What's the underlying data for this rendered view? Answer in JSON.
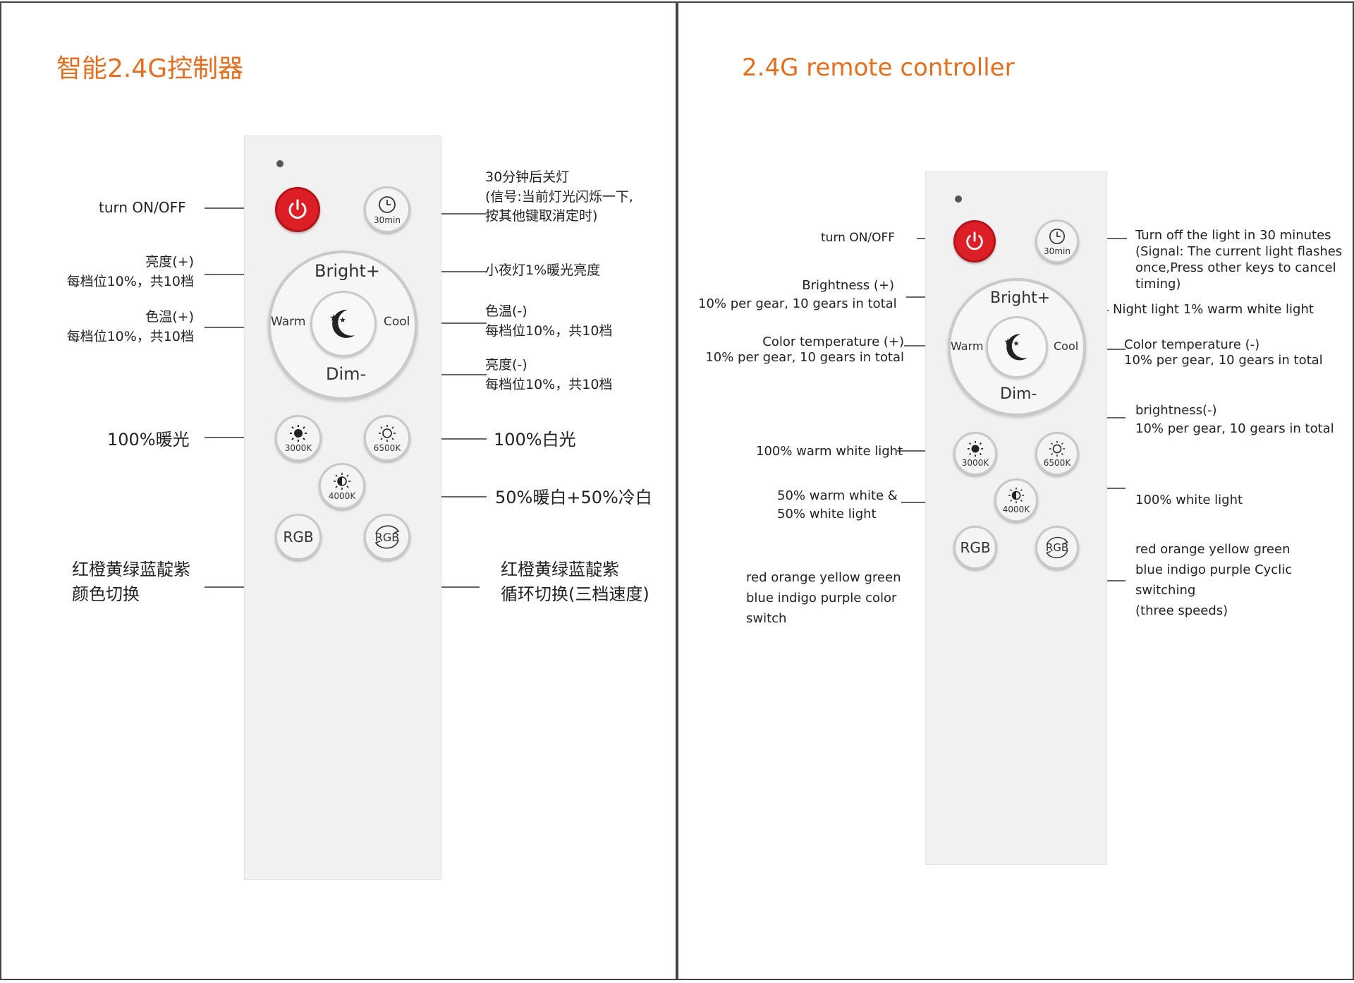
{
  "left": {
    "title": "智能2.4G控制器",
    "power_label": "turn ON/OFF",
    "timer": [
      "30分钟后关灯",
      "(信号:当前灯光闪烁一下,",
      "按其他键取消定时)"
    ],
    "bright_plus": [
      "亮度(+)",
      "每档位10%，共10档"
    ],
    "night_light": "小夜灯1%暖光亮度",
    "warm_plus": [
      "色温(+)",
      "每档位10%，共10档"
    ],
    "cool_minus": [
      "色温(-)",
      "每档位10%，共10档"
    ],
    "dim_minus": [
      "亮度(-)",
      "每档位10%，共10档"
    ],
    "warm_100": "100%暖光",
    "white_100": "100%白光",
    "mix_50": "50%暖白+50%冷白",
    "rgb_switch": [
      "红橙黄绿蓝靛紫",
      "颜色切换"
    ],
    "rgb_cycle": [
      "红橙黄绿蓝靛紫",
      "循环切换(三档速度)"
    ]
  },
  "right": {
    "title": "2.4G remote controller",
    "power_label": "turn ON/OFF",
    "timer": [
      "Turn off the light in 30 minutes",
      "(Signal: The current light flashes",
      " once,Press other keys to cancel",
      " timing)"
    ],
    "bright_plus": [
      "Brightness (+)",
      "10% per gear, 10 gears in total"
    ],
    "night_light": "Night light 1% warm white light",
    "warm_plus": [
      "Color temperature (+)",
      "10% per gear, 10 gears in total"
    ],
    "cool_minus": [
      "Color temperature (-)",
      "10% per gear, 10 gears in total"
    ],
    "dim_minus": [
      "brightness(-)",
      "10% per gear, 10 gears in total"
    ],
    "warm_100": "100% warm white light",
    "white_100": "100% white light",
    "mix_50": [
      "50% warm white &",
      "50% white light"
    ],
    "rgb_switch": [
      "red orange yellow green",
      "blue indigo purple color",
      "switch"
    ],
    "rgb_cycle": [
      "red orange yellow green",
      "blue indigo purple Cyclic",
      "switching",
      "(three speeds)"
    ]
  },
  "remote_buttons": {
    "timer": "30min",
    "bright": "Bright+",
    "dim": "Dim-",
    "warm": "Warm",
    "cool": "Cool",
    "k3000": "3000K",
    "k6500": "6500K",
    "k4000": "4000K",
    "rgb": "RGB",
    "rgb_cycle": "RGB"
  },
  "colors": {
    "accent": "#e46f1f",
    "power": "#dc1f27"
  }
}
